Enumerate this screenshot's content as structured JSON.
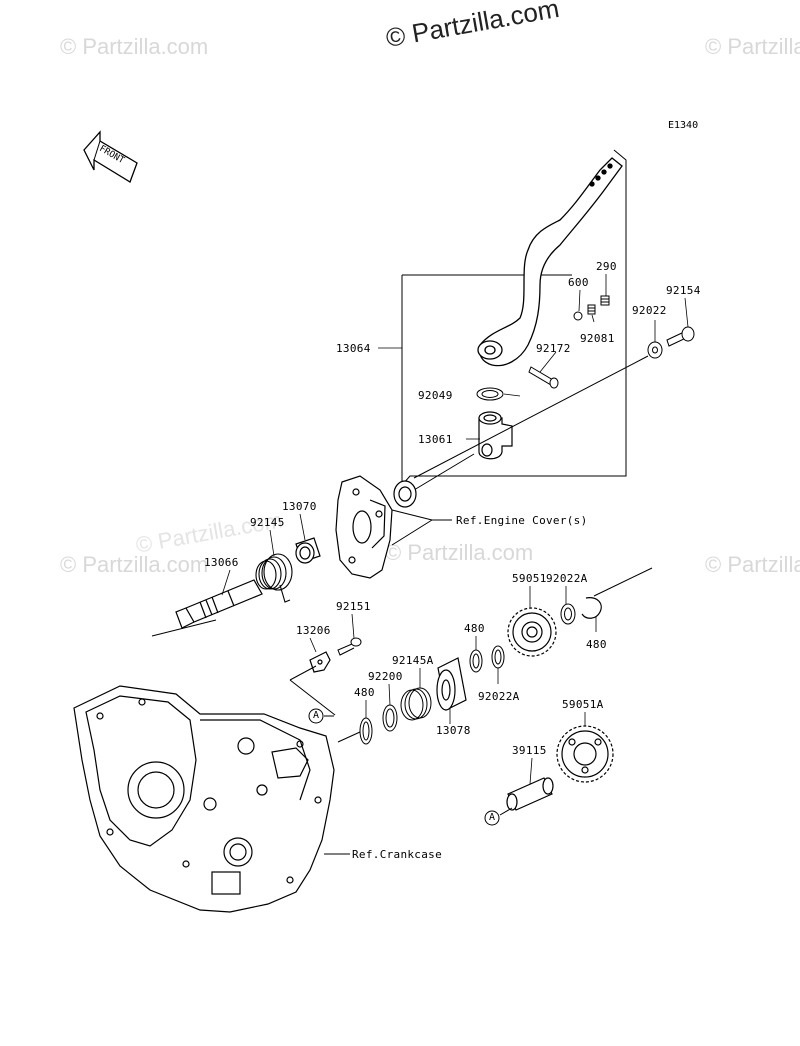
{
  "watermarks": {
    "main": "© Partzilla.com",
    "faint": "© Partzilla.com"
  },
  "diagram_code": "E1340",
  "front_marker": "FRONT",
  "callout_letter": "A",
  "labels": {
    "p13064": "13064",
    "p13061": "13061",
    "p92049": "92049",
    "p600": "600",
    "p290": "290",
    "p92081": "92081",
    "p92172": "92172",
    "p92022": "92022",
    "p92154": "92154",
    "p13070": "13070",
    "p92145": "92145",
    "p13066": "13066",
    "p92151": "92151",
    "p13206": "13206",
    "p92200": "92200",
    "p92145A": "92145A",
    "p480a": "480",
    "p480b": "480",
    "p480c": "480",
    "p13078": "13078",
    "p59051": "59051",
    "p92022A_a": "92022A",
    "p92022A_b": "92022A",
    "p59051A": "59051A",
    "p39115": "39115",
    "ref_engine_cover": "Ref.Engine Cover(s)",
    "ref_crankcase": "Ref.Crankcase"
  }
}
